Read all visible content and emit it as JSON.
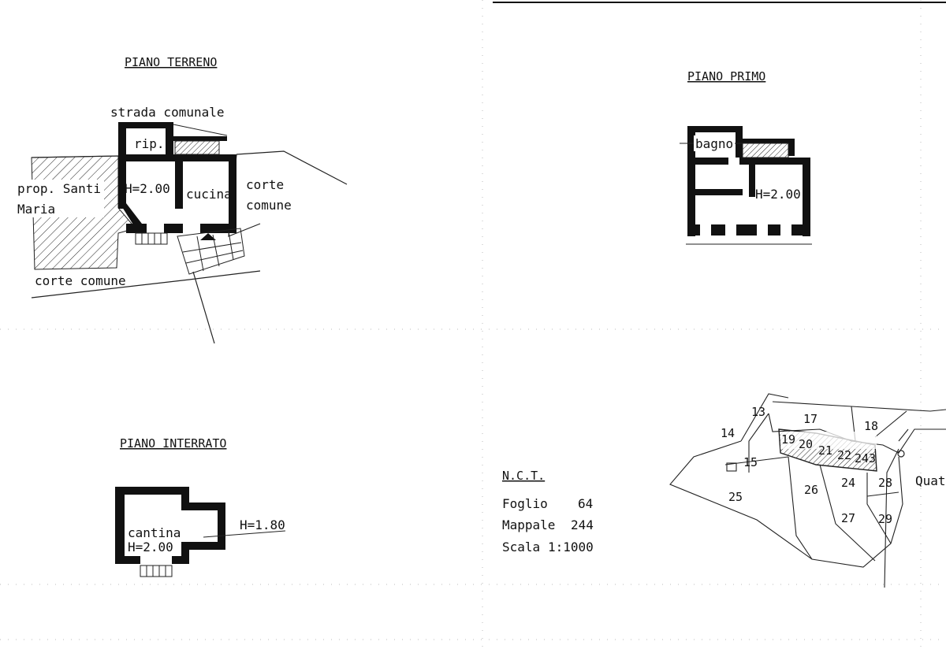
{
  "piano_terreno": {
    "title": "PIANO TERRENO",
    "strada": "strada comunale",
    "rip": "rip.",
    "prop_line1": "prop. Santi",
    "prop_line2": "Maria",
    "height": "H=2.00",
    "cucina": "cucina",
    "corte_line1": "corte",
    "corte_line2": "comune",
    "corte_comune": "corte comune"
  },
  "piano_primo": {
    "title": "PIANO PRIMO",
    "bagno": "bagno",
    "height": "H=2.00"
  },
  "piano_interrato": {
    "title": "PIANO INTERRATO",
    "cantina": "cantina",
    "height_main": "H=2.00",
    "height_side": "H=1.80"
  },
  "nct": {
    "title": "N.C.T.",
    "foglio_label": "Foglio",
    "foglio_value": "64",
    "mappale_label": "Mappale",
    "mappale_value": "244",
    "scala_label": "Scala",
    "scala_value": "1:1000"
  },
  "map": {
    "parcels": [
      "13",
      "14",
      "15",
      "17",
      "18",
      "19",
      "20",
      "21",
      "22",
      "243",
      "24",
      "25",
      "26",
      "27",
      "28",
      "29"
    ],
    "road_label": "Quat"
  }
}
